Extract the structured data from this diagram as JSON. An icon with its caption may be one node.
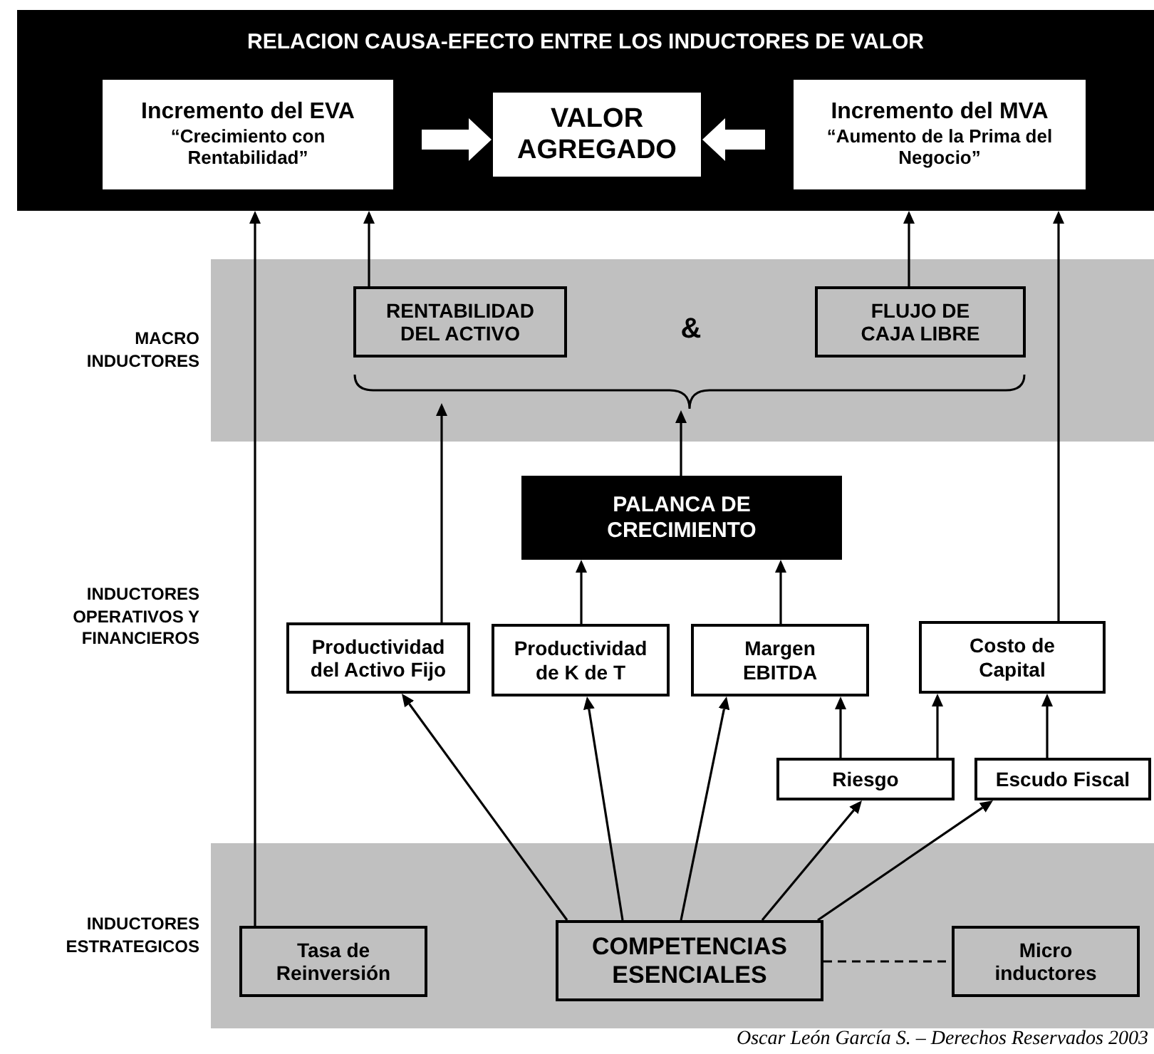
{
  "diagram": {
    "nodes": [
      {
        "text": [
          "RELACION CAUSA-EFECTO ENTRE LOS INDUCTORES DE VALOR"
        ]
      },
      {
        "text": [
          "Incremento del EVA",
          "“Crecimiento con Rentabilidad”"
        ],
        "in": 0
      },
      {
        "text": [
          "VALOR AGREGADO"
        ],
        "in": 0
      },
      {
        "text": [
          "Incremento del MVA",
          "“Aumento de la Prima del Negocio”"
        ],
        "in": 0
      },
      {
        "text": [
          "MACRO INDUCTORES"
        ]
      },
      {
        "text": [
          "RENTABILIDAD DEL ACTIVO"
        ],
        "in": 4
      },
      {
        "text": [
          "FLUJO DE CAJA LIBRE"
        ],
        "in": 4
      },
      {
        "text": [],
        "shape": "brace",
        "in": 4
      },
      {
        "text": [
          "PALANCA DE CRECIMIENTO"
        ]
      },
      {
        "text": [
          "Productividad del Activo Fijo"
        ]
      },
      {
        "text": [
          "Productividad de K de T"
        ]
      },
      {
        "text": [
          "Margen EBITDA"
        ]
      },
      {
        "text": [
          "Costo de Capital"
        ]
      },
      {
        "text": [
          "Riesgo"
        ]
      },
      {
        "text": [
          "Escudo Fiscal"
        ]
      },
      {
        "text": [
          "INDUCTORES ESTRATEGICOS"
        ]
      },
      {
        "text": [
          "Tasa de Reinversión"
        ],
        "in": 15
      },
      {
        "text": [
          "COMPETENCIAS ESENCIALES"
        ],
        "in": 15
      },
      {
        "text": [
          "Micro inductores"
        ],
        "in": 15
      }
    ],
    "edges": [
      {
        "from": 1,
        "to": 2,
        "arrow": "to",
        "style": "thick",
        "color": "#ffffff"
      },
      {
        "from": 3,
        "to": 2,
        "arrow": "to",
        "style": "thick",
        "color": "#ffffff"
      },
      {
        "from": 16,
        "to": 1,
        "arrow": "to"
      },
      {
        "from": 5,
        "to": 1,
        "arrow": "to"
      },
      {
        "from": 6,
        "to": 3,
        "arrow": "to"
      },
      {
        "from": 12,
        "to": 3,
        "arrow": "to"
      },
      {
        "from": 8,
        "to": 7,
        "arrow": "to"
      },
      {
        "from": 9,
        "to": 7,
        "arrow": "to"
      },
      {
        "from": 10,
        "to": 8,
        "arrow": "to"
      },
      {
        "from": 11,
        "to": 8,
        "arrow": "to"
      },
      {
        "from": 17,
        "to": 9,
        "arrow": "to"
      },
      {
        "from": 17,
        "to": 10,
        "arrow": "to"
      },
      {
        "from": 17,
        "to": 11,
        "arrow": "to"
      },
      {
        "from": 17,
        "to": 13,
        "arrow": "to"
      },
      {
        "from": 17,
        "to": 14,
        "arrow": "to"
      },
      {
        "from": 13,
        "to": 11,
        "arrow": "to"
      },
      {
        "from": 13,
        "to": 12,
        "arrow": "to"
      },
      {
        "from": 14,
        "to": 12,
        "arrow": "to"
      },
      {
        "from": 17,
        "to": 18,
        "arrow": "none",
        "style": "dashed"
      }
    ],
    "labels": [
      "&",
      "INDUCTORES OPERATIVOS Y FINANCIEROS"
    ],
    "caption": "Oscar León García S. – Derechos Reservados 2003"
  }
}
